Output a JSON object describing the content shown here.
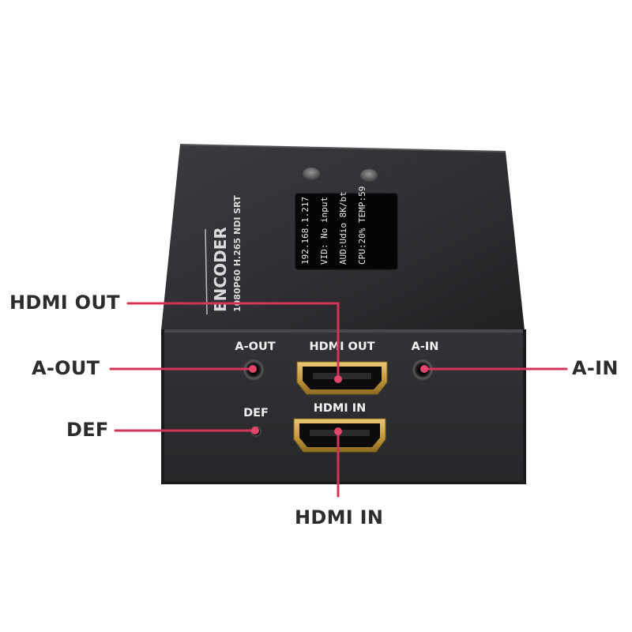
{
  "device": {
    "brand_text": "ENCODER",
    "model_text": "1080P60 H.265 NDI SRT",
    "oled_lines": [
      "192.168.1.217",
      "VID: No input",
      "AUD:Udio  8K/bt",
      "CPU:20%  TEMP:59"
    ]
  },
  "panel_labels": {
    "a_out": "A-OUT",
    "hdmi_out": "HDMI  OUT",
    "a_in": "A-IN",
    "def": "DEF",
    "hdmi_in": "HDMI  IN"
  },
  "callouts": {
    "hdmi_out": "HDMI OUT",
    "a_out": "A-OUT",
    "def": "DEF",
    "a_in": "A-IN",
    "hdmi_in": "HDMI IN"
  },
  "colors": {
    "callout_line": "#d3355a",
    "callout_dot": "#e0456b",
    "device_body": "#2a2b2e",
    "hdmi_gold": "#c9a24a"
  }
}
